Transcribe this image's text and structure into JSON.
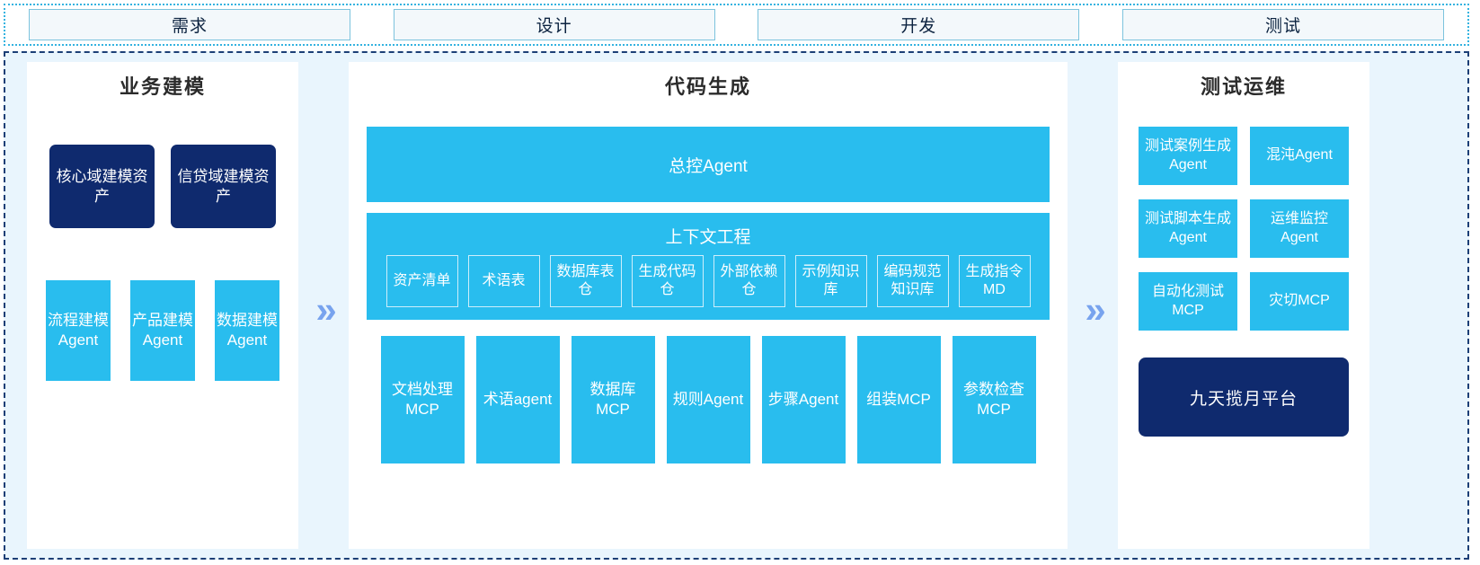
{
  "colors": {
    "accent_blue": "#29bdee",
    "navy": "#0f2a6e",
    "chevron_blue": "#78a3ee",
    "panel_bg": "#e9f5fd",
    "tab_fill": "#f3f8fb",
    "tab_border": "#7cc3dd",
    "main_border": "#1c3f76",
    "strip_border": "#34b3e0"
  },
  "phases": [
    {
      "label": "需求"
    },
    {
      "label": "设计"
    },
    {
      "label": "开发"
    },
    {
      "label": "测试"
    }
  ],
  "flow": {
    "chevron_1": "»",
    "chevron_2": "»"
  },
  "business_modeling": {
    "title": "业务建模",
    "assets": [
      {
        "label": "核心域建模资产"
      },
      {
        "label": "信贷域建模资产"
      }
    ],
    "agents": [
      {
        "label": "流程建模Agent"
      },
      {
        "label": "产品建模Agent"
      },
      {
        "label": "数据建模Agent"
      }
    ]
  },
  "code_generation": {
    "title": "代码生成",
    "supervisor": "总控Agent",
    "context_title": "上下文工程",
    "context_items": [
      {
        "label": "资产清单"
      },
      {
        "label": "术语表"
      },
      {
        "label": "数据库表仓"
      },
      {
        "label": "生成代码仓"
      },
      {
        "label": "外部依赖仓"
      },
      {
        "label": "示例知识库"
      },
      {
        "label": "编码规范知识库"
      },
      {
        "label": "生成指令MD"
      }
    ],
    "tools": [
      {
        "label": "文档处理MCP"
      },
      {
        "label": "术语agent"
      },
      {
        "label": "数据库MCP"
      },
      {
        "label": "规则Agent"
      },
      {
        "label": "步骤Agent"
      },
      {
        "label": "组装MCP"
      },
      {
        "label": "参数检查MCP"
      }
    ]
  },
  "test_ops": {
    "title": "测试运维",
    "cards": [
      {
        "label": "测试案例生成Agent"
      },
      {
        "label": "混沌Agent"
      },
      {
        "label": "测试脚本生成Agent"
      },
      {
        "label": "运维监控Agent"
      },
      {
        "label": "自动化测试MCP"
      },
      {
        "label": "灾切MCP"
      }
    ],
    "platform": "九天揽月平台"
  }
}
